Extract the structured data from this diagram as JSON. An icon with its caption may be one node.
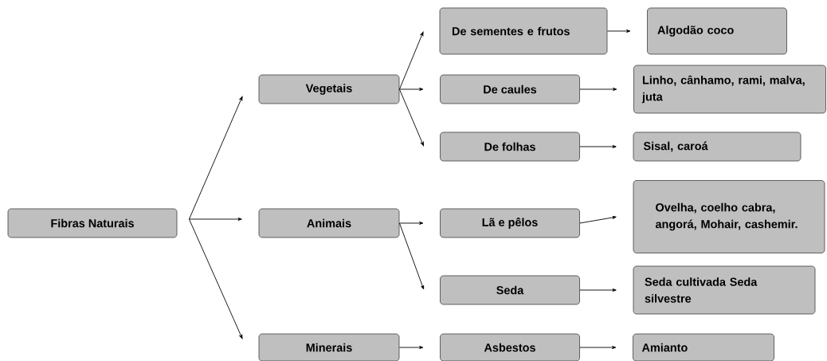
{
  "diagram": {
    "nodes": [
      {
        "text": [
          "Fibras Naturais"
        ]
      },
      {
        "text": [
          "Vegetais"
        ]
      },
      {
        "text": [
          "Animais"
        ]
      },
      {
        "text": [
          "Minerais"
        ]
      },
      {
        "text": [
          "De sementes e frutos"
        ]
      },
      {
        "text": [
          "Algodão coco"
        ]
      },
      {
        "text": [
          "De caules"
        ]
      },
      {
        "text": [
          "Linho, cânhamo, rami, malva, juta"
        ]
      },
      {
        "text": [
          "De folhas"
        ]
      },
      {
        "text": [
          "Sisal, caroá"
        ]
      },
      {
        "text": [
          "Lã e pêlos"
        ]
      },
      {
        "text": [
          "Ovelha, coelho cabra, angorá, Mohair, cashemir."
        ]
      },
      {
        "text": [
          "Seda"
        ]
      },
      {
        "text": [
          "Seda cultivada Seda silvestre"
        ]
      },
      {
        "text": [
          "Asbestos"
        ]
      },
      {
        "text": [
          "Amianto"
        ]
      }
    ],
    "edges": [
      {
        "from": 0,
        "to": 1,
        "arrow": "to"
      },
      {
        "from": 0,
        "to": 2,
        "arrow": "to"
      },
      {
        "from": 0,
        "to": 3,
        "arrow": "to"
      },
      {
        "from": 1,
        "to": 4,
        "arrow": "to"
      },
      {
        "from": 1,
        "to": 6,
        "arrow": "to"
      },
      {
        "from": 1,
        "to": 8,
        "arrow": "to"
      },
      {
        "from": 2,
        "to": 10,
        "arrow": "to"
      },
      {
        "from": 2,
        "to": 12,
        "arrow": "to"
      },
      {
        "from": 3,
        "to": 14,
        "arrow": "to"
      },
      {
        "from": 4,
        "to": 5,
        "arrow": "to"
      },
      {
        "from": 6,
        "to": 7,
        "arrow": "to"
      },
      {
        "from": 8,
        "to": 9,
        "arrow": "to"
      },
      {
        "from": 10,
        "to": 11,
        "arrow": "to"
      },
      {
        "from": 12,
        "to": 13,
        "arrow": "to"
      },
      {
        "from": 14,
        "to": 15,
        "arrow": "to"
      }
    ]
  }
}
